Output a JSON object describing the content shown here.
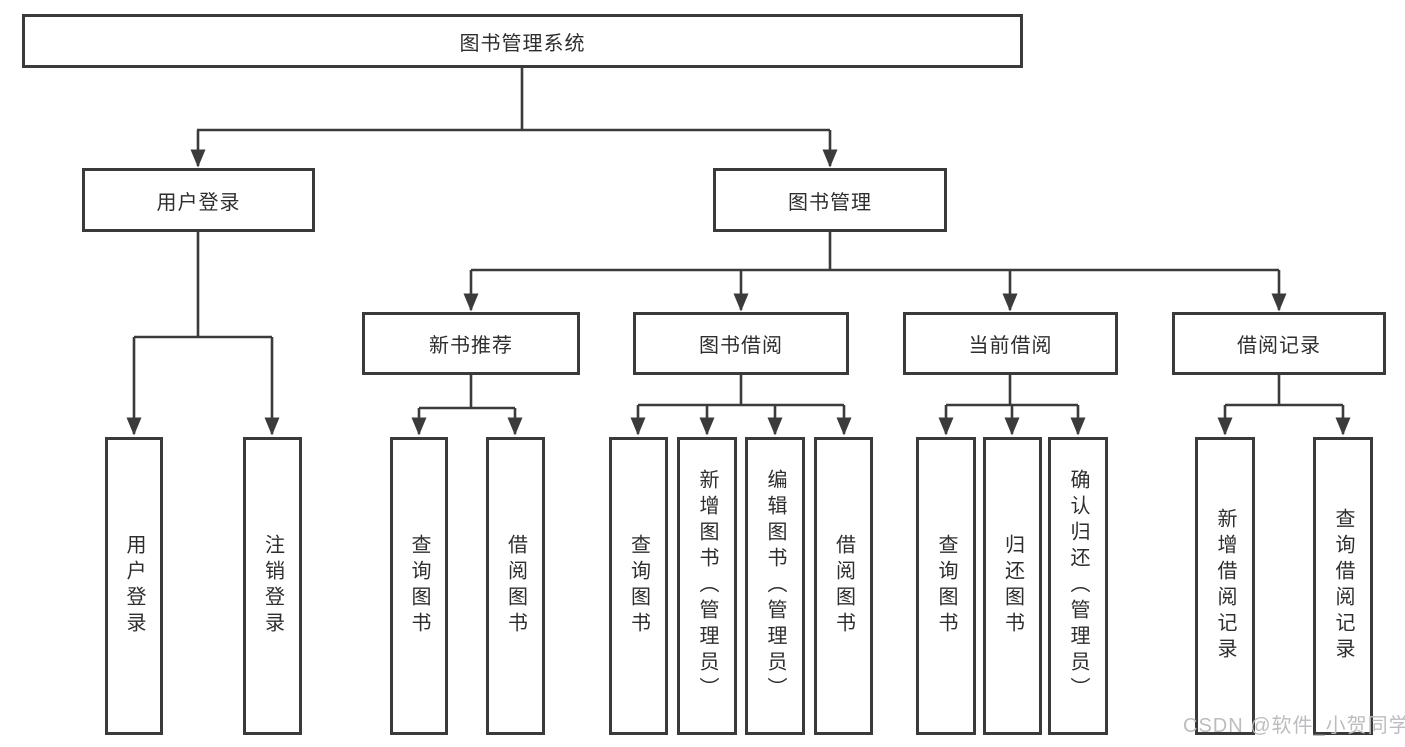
{
  "diagram": {
    "root": {
      "label": "图书管理系统"
    },
    "branches": [
      {
        "label": "用户登录",
        "children": [
          {
            "label": "用户登录"
          },
          {
            "label": "注销登录"
          }
        ]
      },
      {
        "label": "图书管理",
        "children": [
          {
            "label": "新书推荐",
            "children": [
              {
                "label": "查询图书"
              },
              {
                "label": "借阅图书"
              }
            ]
          },
          {
            "label": "图书借阅",
            "children": [
              {
                "label": "查询图书"
              },
              {
                "label": "新增图书（管理员）"
              },
              {
                "label": "编辑图书（管理员）"
              },
              {
                "label": "借阅图书"
              }
            ]
          },
          {
            "label": "当前借阅",
            "children": [
              {
                "label": "查询图书"
              },
              {
                "label": "归还图书"
              },
              {
                "label": "确认归还（管理员）"
              }
            ]
          },
          {
            "label": "借阅记录",
            "children": [
              {
                "label": "新增借阅记录"
              },
              {
                "label": "查询借阅记录"
              }
            ]
          }
        ]
      }
    ],
    "watermark": "CSDN @软件_小贺同学",
    "colors": {
      "line": "#3b3b3b",
      "border": "#3a3a3a",
      "text": "#2e2e2e",
      "watermark": "#bdbdc0"
    }
  }
}
